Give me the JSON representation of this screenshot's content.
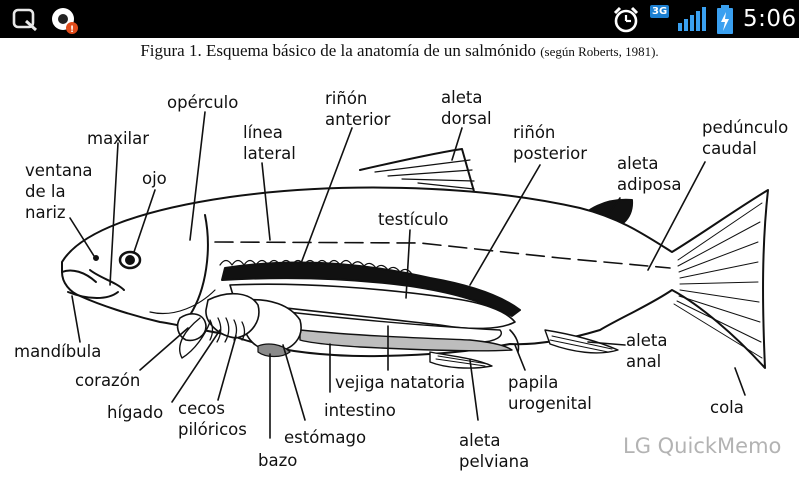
{
  "status_bar": {
    "time": "5:06",
    "network": "3G",
    "icons": [
      "quickmemo-notification-icon",
      "record-notification-icon",
      "alarm-icon",
      "signal-icon",
      "battery-charging-icon"
    ]
  },
  "colors": {
    "status_bar": "#000000",
    "accent": "#1c7fd1",
    "ink": "#111111",
    "watermark": "#b3b3b3"
  },
  "caption": {
    "title": "Figura 1. Esquema básico de la anatomía de un salmónido",
    "source": "(según Roberts, 1981)."
  },
  "labels": {
    "operculo": "opérculo",
    "rinon_anterior": "riñón\nanterior",
    "aleta_dorsal": "aleta\ndorsal",
    "maxilar": "maxilar",
    "linea_lateral": "línea\nlateral",
    "rinon_posterior": "riñón\nposterior",
    "pedunculo_caudal": "pedúnculo\ncaudal",
    "ventana_nariz": "ventana\nde la\nnariz",
    "ojo": "ojo",
    "aleta_adiposa": "aleta\nadiposa",
    "testiculo": "testículo",
    "mandibula": "mandíbula",
    "corazon": "corazón",
    "higado": "hígado",
    "cecos_piloricos": "cecos\npilóricos",
    "vejiga_natatoria": "vejiga natatoria",
    "intestino": "intestino",
    "estomago": "estómago",
    "bazo": "bazo",
    "papila_urogenital": "papila\nurogenital",
    "aleta_anal": "aleta\nanal",
    "cola": "cola",
    "aleta_pelviana": "aleta\npelviana"
  },
  "watermark": "LG QuickMemo"
}
